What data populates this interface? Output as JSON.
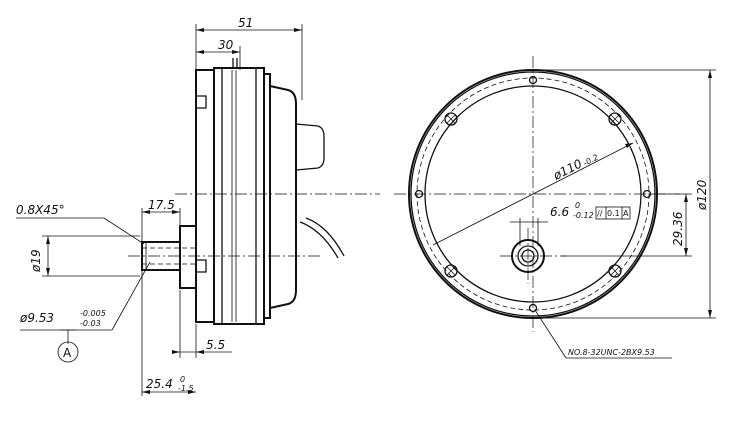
{
  "dimensions": {
    "overall_length": "51",
    "flange_length": "30",
    "shaft_length": "17.5",
    "chamfer": "0.8X45°",
    "shaft_dia": "ø19",
    "bore_dia": "ø9.53",
    "bore_tol_upper": "-0.005",
    "bore_tol_lower": "-0.03",
    "datum": "A",
    "step": "5.5",
    "shaft_extent": "25.4",
    "shaft_extent_tol_upper": "0",
    "shaft_extent_tol_lower": "-1.5",
    "bolt_circle": "ø110",
    "bolt_circle_tol": "-0.2",
    "offset": "6.6",
    "offset_tol_upper": "0",
    "offset_tol_lower": "-0.12",
    "gdt_symbol": "//",
    "gdt_value": "0.1",
    "gdt_datum": "A",
    "center_height": "29.36",
    "outer_dia": "ø120",
    "thread_note": "NO.8-32UNC-2BX9.53"
  }
}
